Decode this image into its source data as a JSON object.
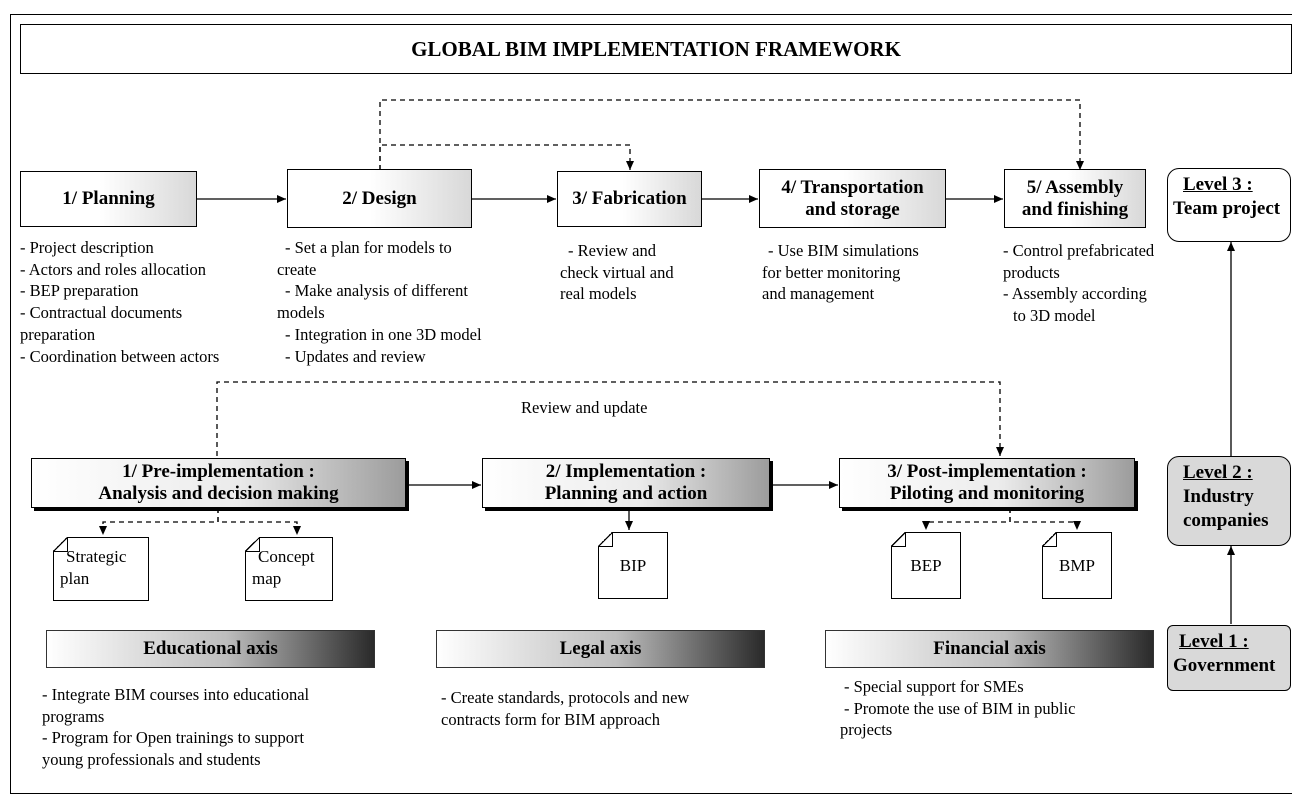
{
  "title": "GLOBAL BIM IMPLEMENTATION FRAMEWORK",
  "phases": [
    {
      "label": "1/ Planning",
      "bullets": [
        "- Project description",
        "- Actors and roles allocation",
        "- BEP preparation",
        "- Contractual documents",
        "preparation",
        "- Coordination between actors"
      ]
    },
    {
      "label": "2/ Design",
      "bullets": [
        "- Set a plan for models to",
        "create",
        "- Make analysis of different",
        "models",
        "- Integration in one 3D model",
        "- Updates and review"
      ]
    },
    {
      "label": "3/ Fabrication",
      "bullets": [
        "- Review and",
        "check virtual and",
        "real models"
      ]
    },
    {
      "label_line1": "4/ Transportation",
      "label_line2": "and storage",
      "bullets": [
        "- Use BIM simulations",
        "for better monitoring",
        "and management"
      ]
    },
    {
      "label_line1": "5/ Assembly",
      "label_line2": "and finishing",
      "bullets": [
        "- Control prefabricated",
        "products",
        "- Assembly according",
        "to 3D model"
      ]
    }
  ],
  "review_label": "Review and update",
  "stages": [
    {
      "line1": "1/ Pre-implementation :",
      "line2": "Analysis and decision making"
    },
    {
      "line1": "2/ Implementation :",
      "line2": "Planning and action"
    },
    {
      "line1": "3/ Post-implementation :",
      "line2": "Piloting and monitoring"
    }
  ],
  "documents": {
    "strategic_plan": [
      "Strategic",
      "plan"
    ],
    "concept_map": [
      "Concept",
      "map"
    ],
    "bip": "BIP",
    "bep": "BEP",
    "bmp": "BMP"
  },
  "axes": [
    {
      "label": "Educational axis",
      "bullets": [
        "- Integrate BIM courses into educational",
        "programs",
        "- Program for Open trainings to support",
        "young professionals and students"
      ]
    },
    {
      "label": "Legal axis",
      "bullets": [
        "- Create standards, protocols and new",
        "contracts form for BIM approach"
      ]
    },
    {
      "label": "Financial axis",
      "bullets": [
        "- Special support for SMEs",
        "- Promote the use of BIM in public",
        "projects"
      ]
    }
  ],
  "levels": [
    {
      "level": "Level 3 :",
      "lines": [
        "Team project"
      ]
    },
    {
      "level": "Level 2 :",
      "lines": [
        "Industry",
        "companies"
      ]
    },
    {
      "level": "Level 1 :",
      "lines": [
        "Government"
      ]
    }
  ]
}
